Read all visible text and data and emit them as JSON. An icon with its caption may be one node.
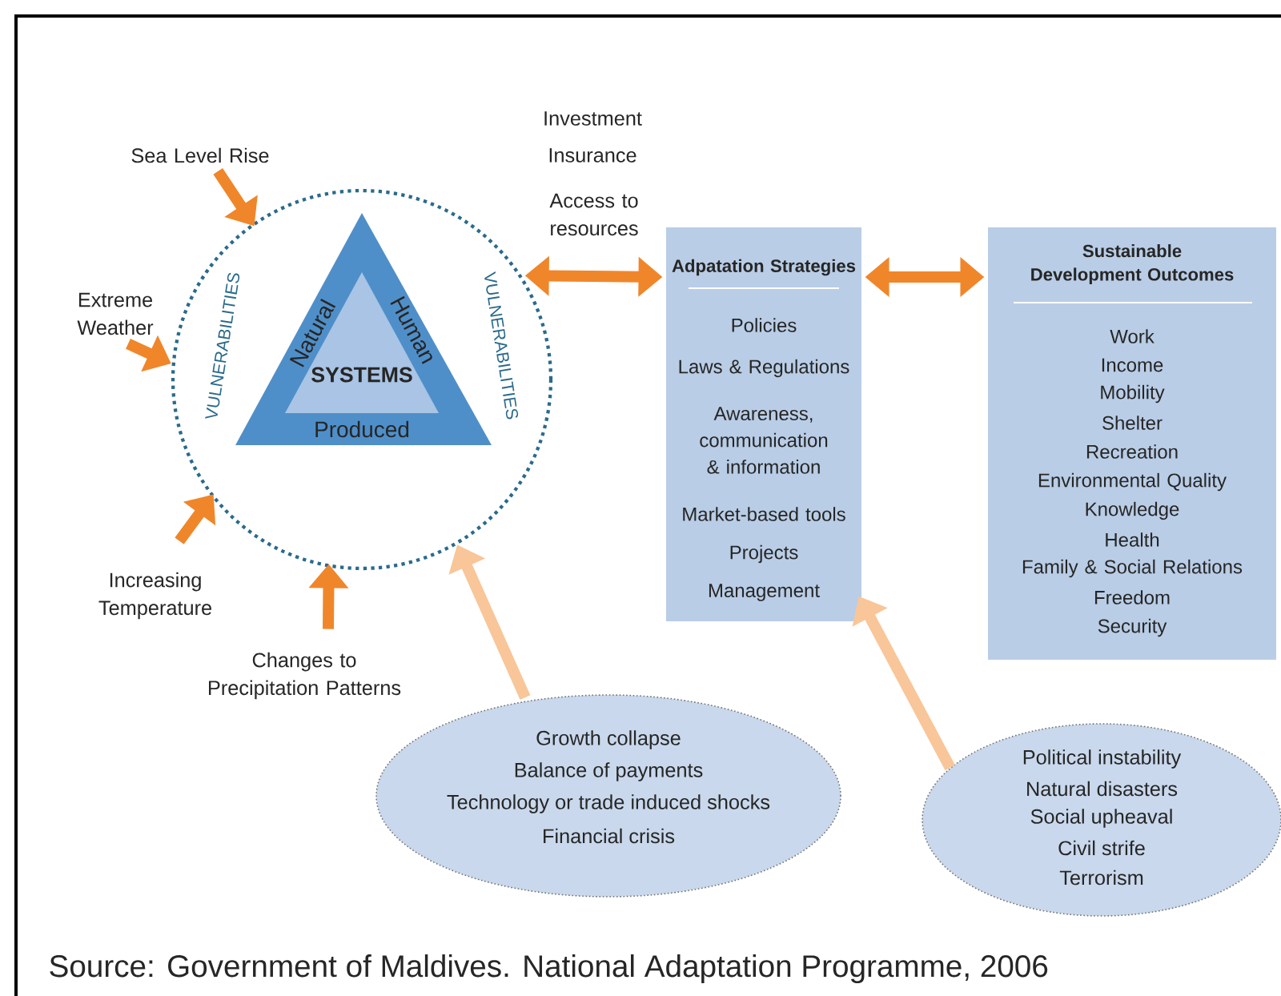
{
  "diagram": {
    "caption": "Source: Government of Maldives. National Adaptation Programme, 2006",
    "nodes": [
      {
        "text": [
          "VULNERABILITIES",
          "VULNERABILITIES"
        ]
      },
      {
        "text": [
          "Natural",
          "Human",
          "Produced"
        ],
        "in": 0
      },
      {
        "text": [
          "SYSTEMS"
        ],
        "in": 1
      },
      {
        "text": [
          "Sea Level Rise"
        ]
      },
      {
        "text": [
          "Extreme Weather"
        ]
      },
      {
        "text": [
          "Increasing Temperature"
        ]
      },
      {
        "text": [
          "Changes to Precipitation Patterns"
        ]
      },
      {
        "text": [
          "Adpatation Strategies",
          "Policies",
          "Laws & Regulations",
          "Awareness, communication & information",
          "Market-based tools",
          "Projects",
          "Management"
        ]
      },
      {
        "text": [
          "Sustainable Development Outcomes",
          "Work",
          "Income",
          "Mobility",
          "Shelter",
          "Recreation",
          "Environmental Quality",
          "Knowledge",
          "Health",
          "Family & Social Relations",
          "Freedom",
          "Security"
        ]
      },
      {
        "text": [
          "Growth collapse",
          "Balance of payments",
          "Technology or trade induced shocks",
          "Financial crisis"
        ]
      },
      {
        "text": [
          "Political instability",
          "Natural disasters",
          "Social upheaval",
          "Civil strife",
          "Terrorism"
        ]
      }
    ],
    "edges": [
      {
        "from": 3,
        "to": 0,
        "arrow": "to"
      },
      {
        "from": 4,
        "to": 0,
        "arrow": "to"
      },
      {
        "from": 5,
        "to": 0,
        "arrow": "to"
      },
      {
        "from": 6,
        "to": 0,
        "arrow": "to"
      },
      {
        "from": 0,
        "to": 7,
        "arrow": "both"
      },
      {
        "from": 7,
        "to": 8,
        "arrow": "both"
      },
      {
        "from": 9,
        "to": 0,
        "arrow": "to",
        "color": "#f8c699"
      },
      {
        "from": 10,
        "to": 7,
        "arrow": "to",
        "color": "#f8c699"
      }
    ],
    "labels": [
      "Investment",
      "Insurance",
      "Access to resources"
    ]
  }
}
